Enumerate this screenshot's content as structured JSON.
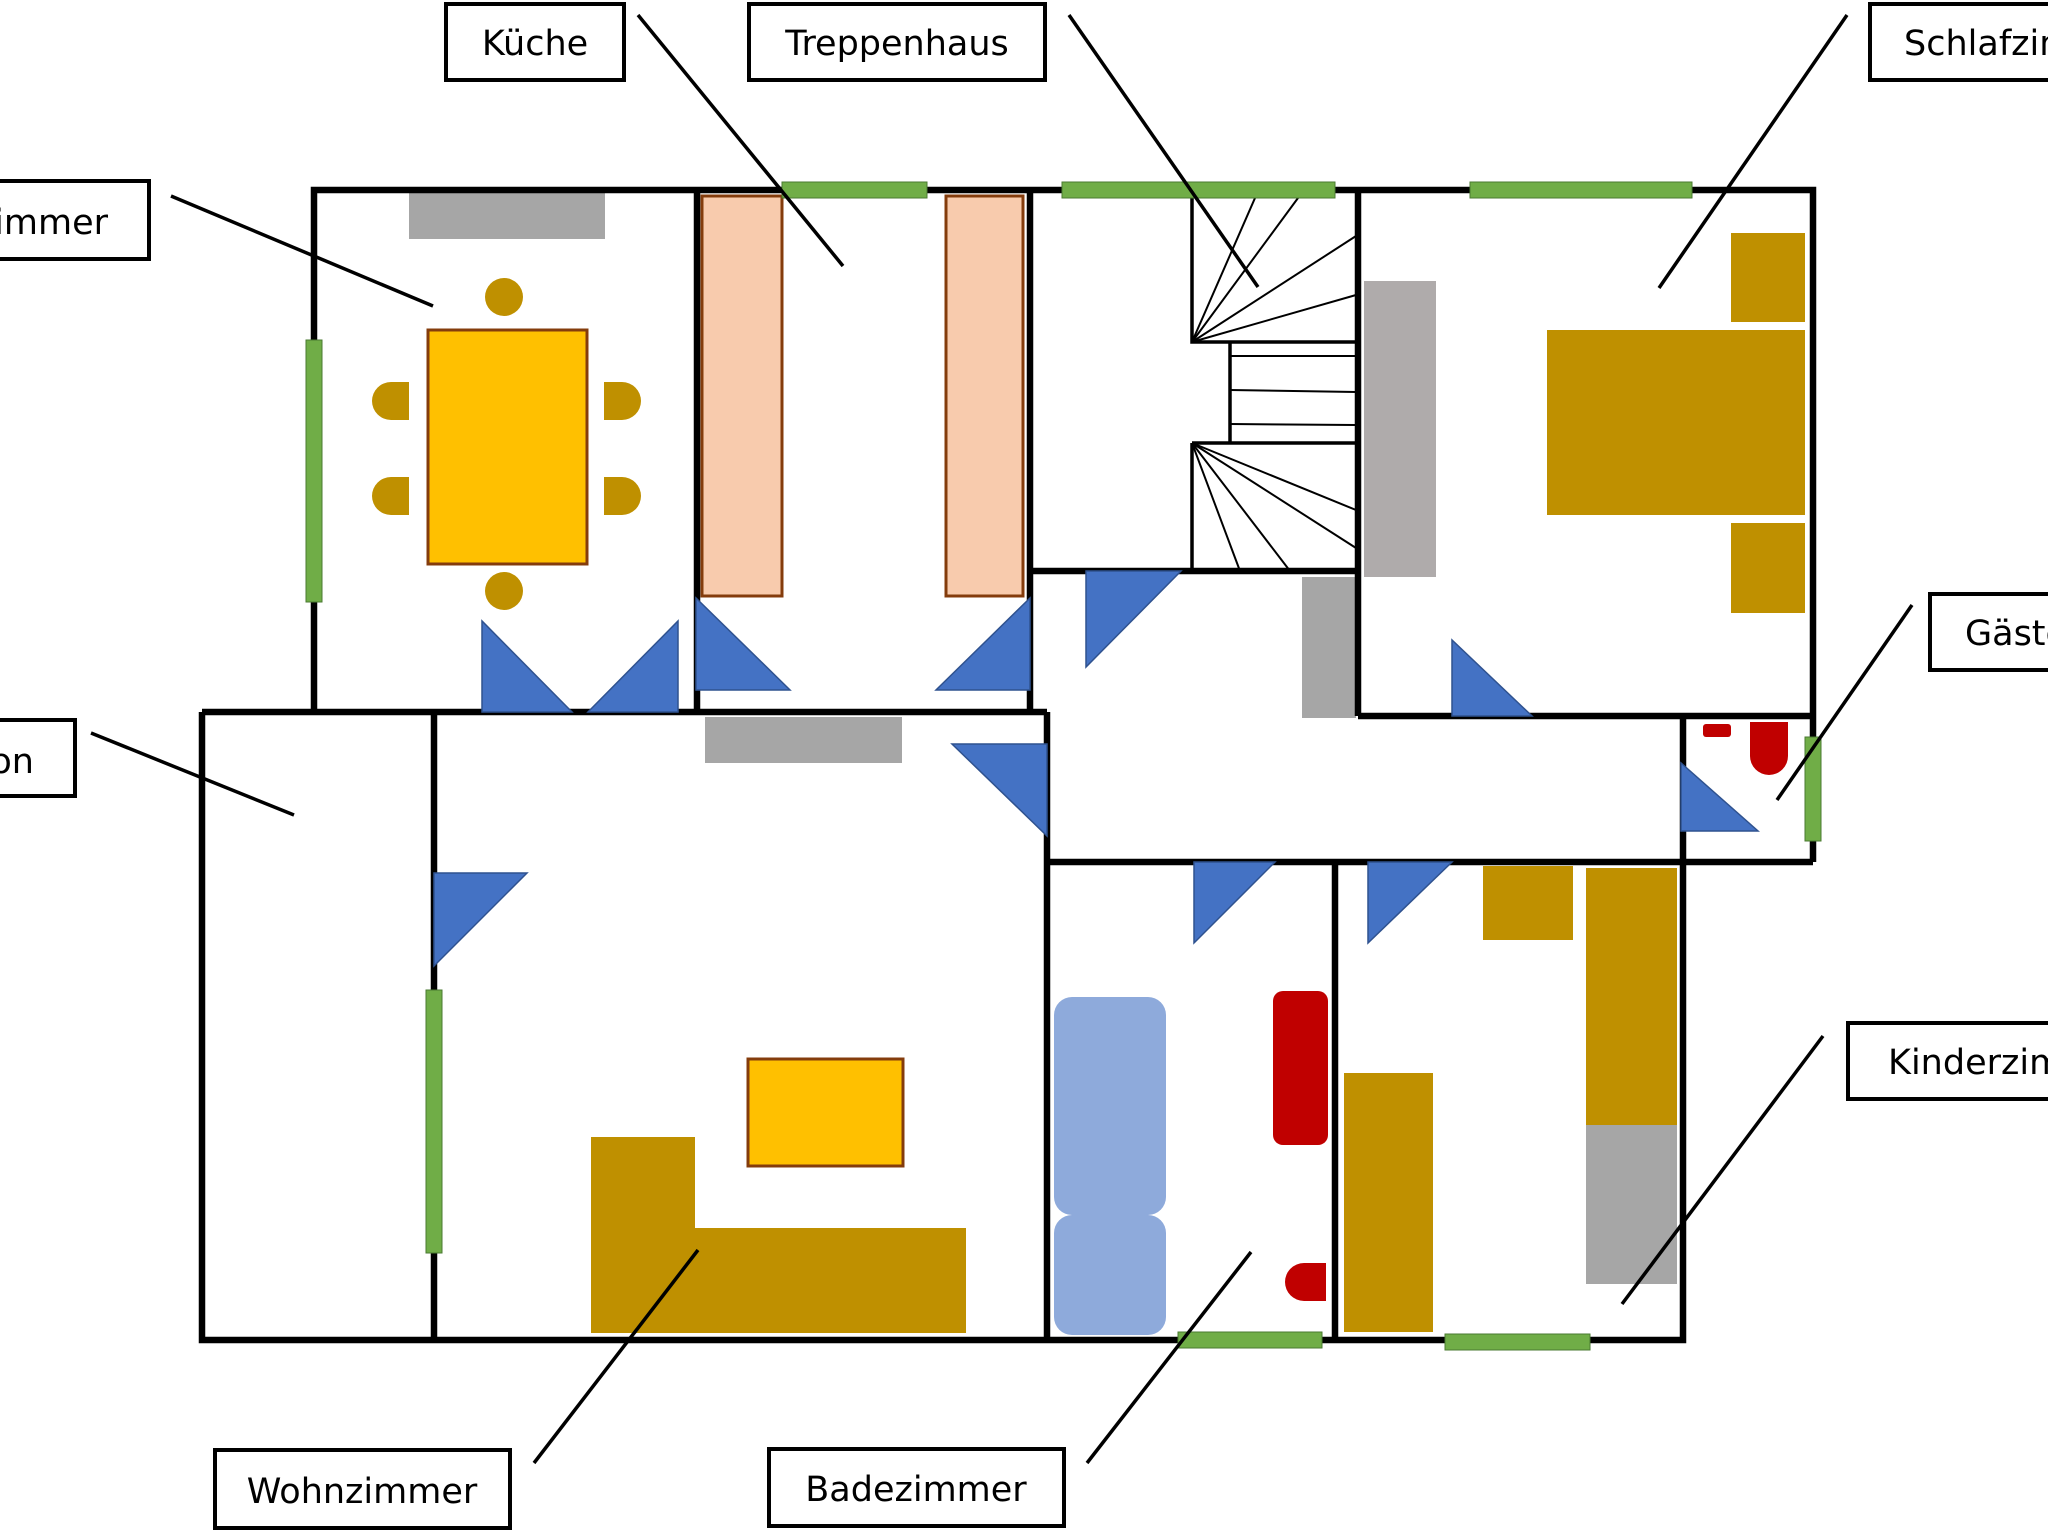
{
  "labels": {
    "kueche": "Küche",
    "treppenhaus": "Treppenhaus",
    "schlafzimmer": "Schlafzim",
    "esszimmer": "immer",
    "balkon": "on",
    "gaeste_wc": "Gäste",
    "kinderzimmer": "Kinderzim",
    "wohnzimmer": "Wohnzimmer",
    "badezimmer": "Badezimmer"
  },
  "colors": {
    "wall": "#000000",
    "window": "#70ad47",
    "door": "#4472c4",
    "table": "#ffc000",
    "furniture": "#bf9000",
    "kitchen_counter": "#f8cbad",
    "bathtub": "#8eaadb",
    "sanitary": "#c00000",
    "cabinet": "#a6a6a6"
  }
}
